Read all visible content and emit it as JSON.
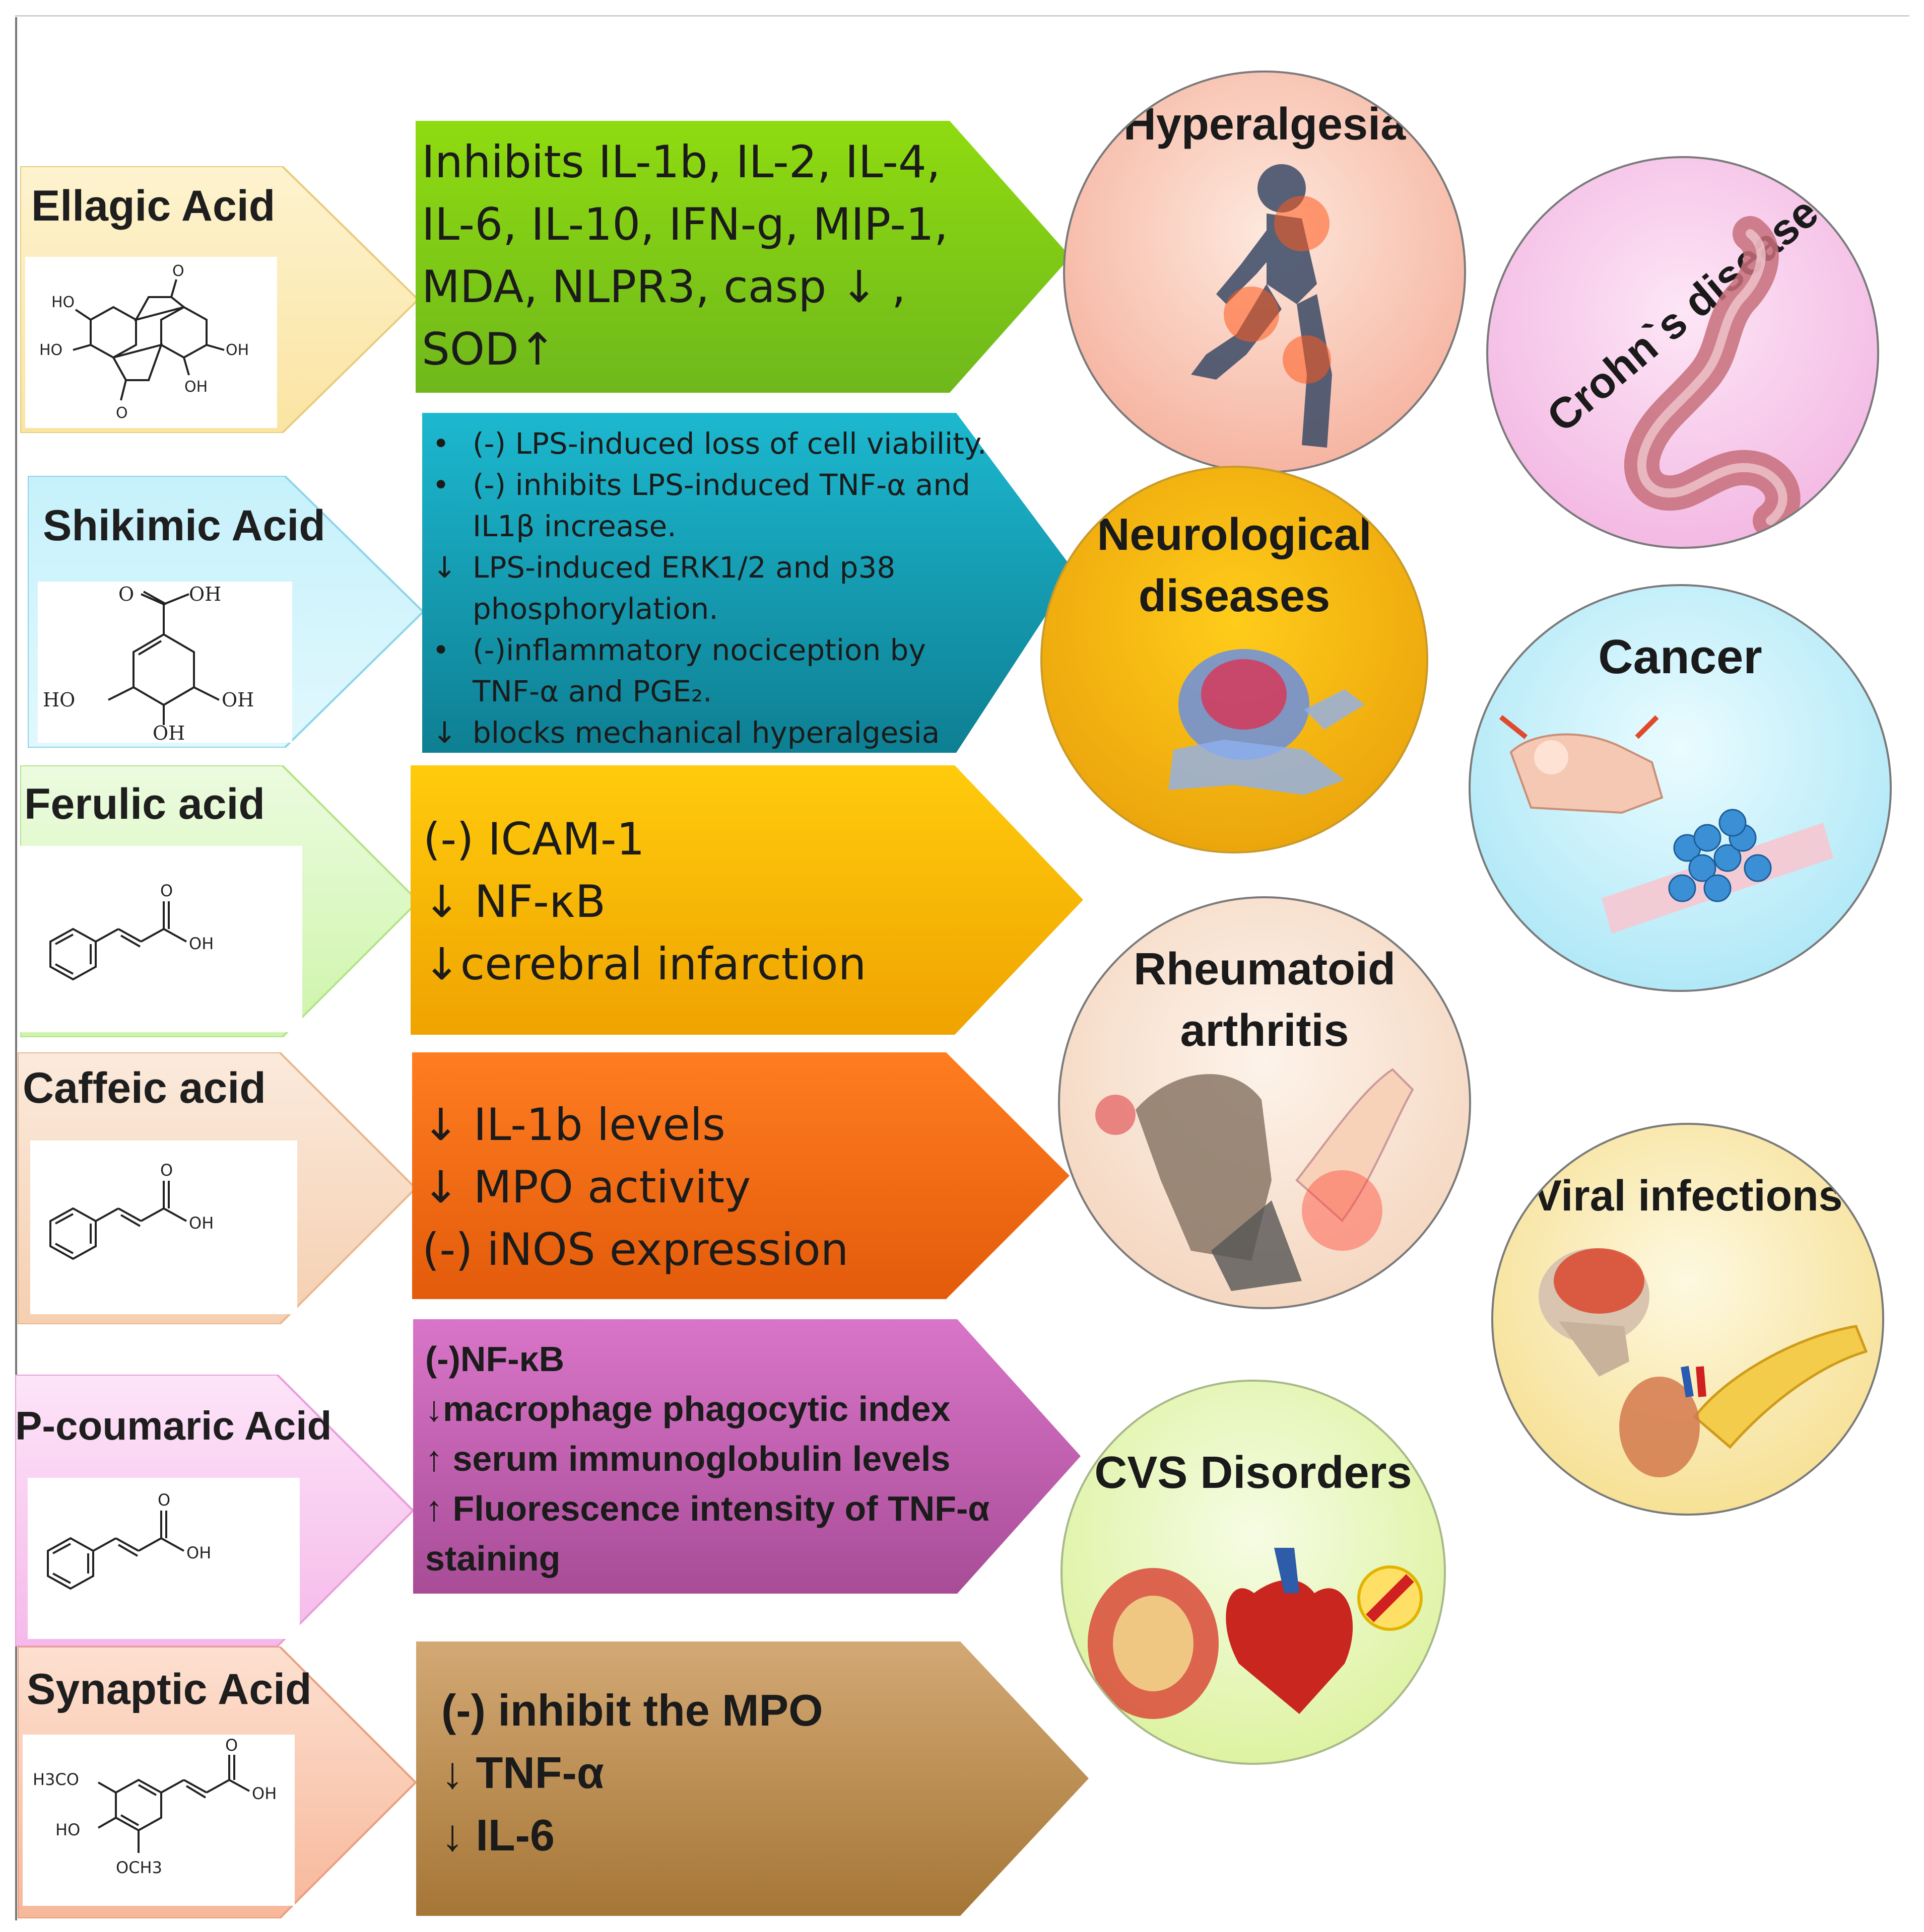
{
  "acids": [
    {
      "name": "Ellagic Acid",
      "colors": [
        "#fbe9b0",
        "#fdf3cf"
      ],
      "structure": "ellagic"
    },
    {
      "name": "Shikimic Acid",
      "colors": [
        "#bfeefa",
        "#e1f8fd"
      ],
      "structure": "shikimic"
    },
    {
      "name": "Ferulic acid",
      "colors": [
        "#d4f7b9",
        "#ecfbe0"
      ],
      "structure": "cinnamic"
    },
    {
      "name": "Caffeic acid",
      "colors": [
        "#f7d8c0",
        "#fbeadc"
      ],
      "structure": "cinnamic"
    },
    {
      "name": "P-coumaric Acid",
      "colors": [
        "#f9c7ef",
        "#fde4f8"
      ],
      "structure": "cinnamic"
    },
    {
      "name": "Synaptic Acid",
      "colors": [
        "#f9c2a8",
        "#fde0d0"
      ],
      "structure": "sinapic"
    }
  ],
  "structure_labels": {
    "ellagic": [
      "O",
      "HO",
      "HO",
      "OH",
      "OH",
      "O"
    ],
    "shikimic": [
      "O",
      "OH",
      "HO",
      "OH",
      "OH"
    ],
    "cinnamic": [
      "O",
      "OH"
    ],
    "sinapic": [
      "O",
      "OH",
      "H3CO",
      "HO",
      "OCH3"
    ]
  },
  "mechanisms": [
    {
      "style": "big",
      "colors": [
        "#8cd80f",
        "#6cb31a"
      ],
      "lines": [
        "Inhibits IL-1b, IL-2, IL-4,",
        "IL-6, IL-10, IFN-g, MIP-1,",
        "MDA, NLPR3, casp ↓ ,",
        "SOD↑"
      ]
    },
    {
      "style": "bullets",
      "colors": [
        "#19b3c9",
        "#0f8296"
      ],
      "items": [
        {
          "mark": "•",
          "lines": [
            "(-) LPS-induced loss of cell viability."
          ]
        },
        {
          "mark": "•",
          "lines": [
            "(-) inhibits LPS-induced TNF-α and",
            "IL1β increase."
          ]
        },
        {
          "mark": "↓",
          "lines": [
            "LPS-induced ERK1/2 and p38",
            "phosphorylation."
          ]
        },
        {
          "mark": "•",
          "lines": [
            "(-)inflammatory nociception by",
            "TNF-α and PGE₂."
          ]
        },
        {
          "mark": "↓",
          "lines": [
            "blocks mechanical hyperalgesia"
          ]
        }
      ]
    },
    {
      "style": "big",
      "colors": [
        "#ffc70a",
        "#f0a500"
      ],
      "lines": [
        "(-) ICAM-1",
        "↓ NF-κB",
        "↓cerebral infarction"
      ]
    },
    {
      "style": "big",
      "colors": [
        "#ff7a1e",
        "#e35e0c"
      ],
      "lines": [
        "↓ IL-1b levels",
        "↓ MPO activity",
        "(-) iNOS expression"
      ]
    },
    {
      "style": "medium-bold",
      "colors": [
        "#d670c6",
        "#b2509e"
      ],
      "lines": [
        "(-)NF-κB",
        "↓macrophage phagocytic index",
        "↑ serum immunoglobulin levels",
        "↑ Fluorescence intensity of TNF-α",
        "staining"
      ]
    },
    {
      "style": "big-bold",
      "colors": [
        "#d1a570",
        "#a87a3c"
      ],
      "lines": [
        "(-) inhibit the MPO",
        "↓ TNF-α",
        "↓ IL-6"
      ]
    }
  ],
  "diseases": [
    {
      "title": [
        "Hyperalgesia"
      ],
      "colors": [
        "#fde4d8",
        "#f4a48f"
      ],
      "icon": "runner-pain-icon"
    },
    {
      "title": [
        "Neurological",
        "diseases"
      ],
      "colors": [
        "#ffc70a",
        "#e89a0a"
      ],
      "icon": "brain-icon"
    },
    {
      "title": [
        "Rheumatoid",
        "arthritis"
      ],
      "colors": [
        "#fdf1e8",
        "#f3d1b8"
      ],
      "icon": "inflamed-hand-icon"
    },
    {
      "title": [
        "CVS Disorders"
      ],
      "colors": [
        "#f4fbe0",
        "#d9f293"
      ],
      "icon": "heart-icon"
    },
    {
      "title": [
        "Crohn`s disease"
      ],
      "colors": [
        "#fde2f5",
        "#f2b2e0"
      ],
      "icon": "intestine-icon"
    },
    {
      "title": [
        "Cancer"
      ],
      "colors": [
        "#e6fbff",
        "#9fe2f4"
      ],
      "icon": "tumor-cells-icon"
    },
    {
      "title": [
        "Viral infections"
      ],
      "colors": [
        "#fdf6d8",
        "#f6de8a"
      ],
      "icon": "skull-pancreas-icon"
    }
  ]
}
